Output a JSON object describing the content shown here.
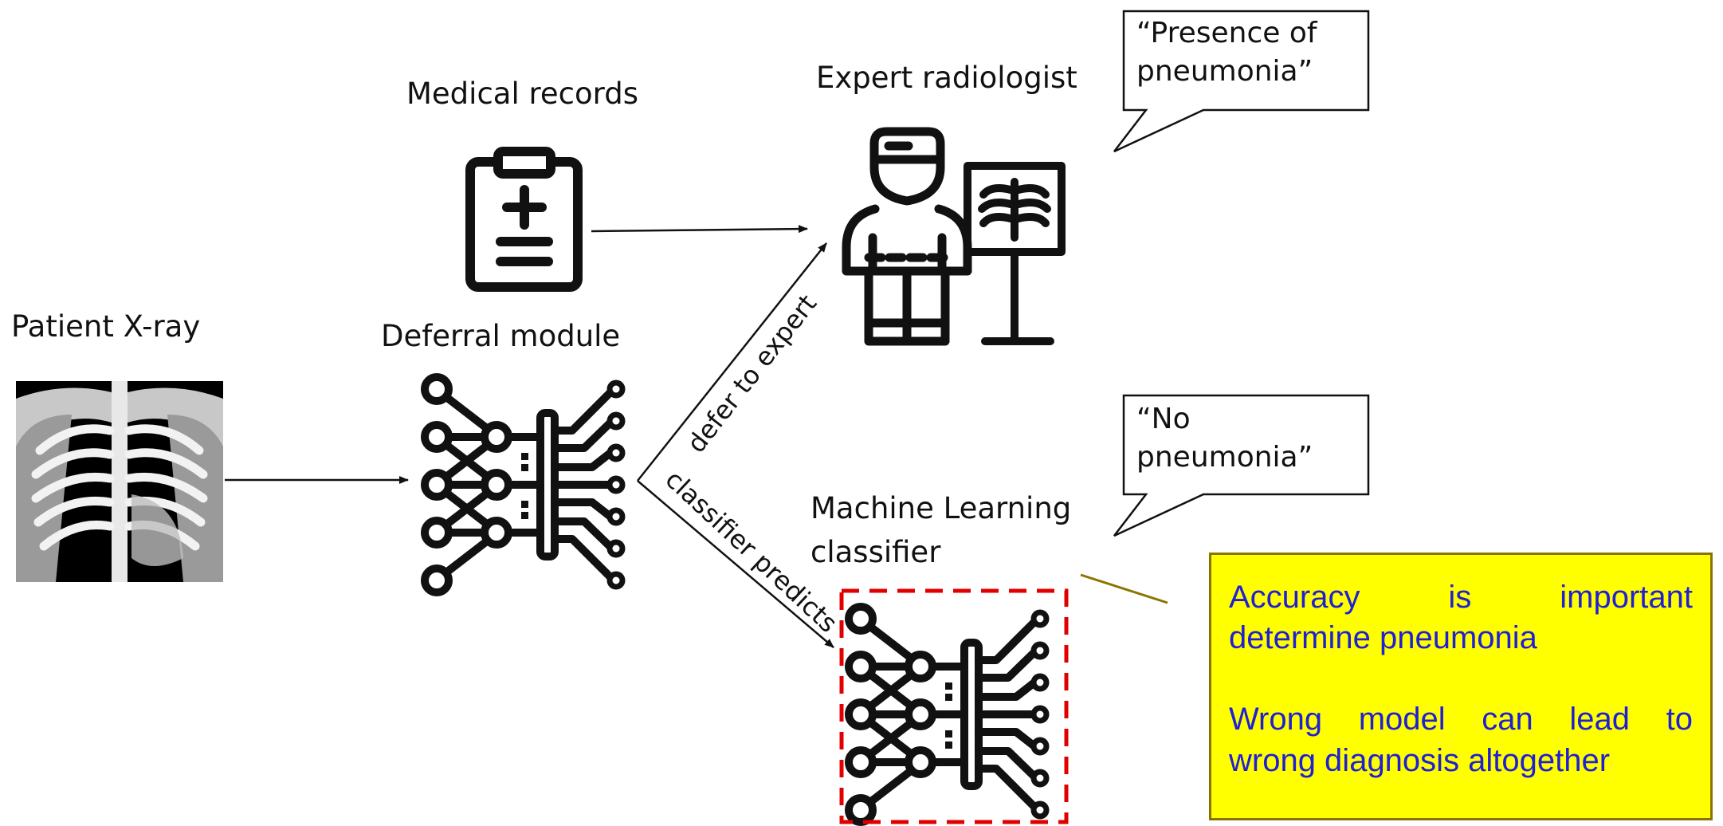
{
  "labels": {
    "patient_xray": "Patient X-ray",
    "deferral_module": "Deferral module",
    "medical_records": "Medical records",
    "expert_radiologist": "Expert radiologist",
    "ml_classifier_line1": "Machine Learning",
    "ml_classifier_line2": "classifier",
    "defer_to_expert": "defer to expert",
    "classifier_predicts": "classifier predicts"
  },
  "callouts": {
    "expert": "“Presence of\npneumonia”",
    "classifier": "“No\npneumonia”"
  },
  "note": {
    "line1": "Accuracy is important",
    "line2": "determine pneumonia",
    "line3": "Wrong model can lead to",
    "line4": "wrong diagnosis altogether"
  },
  "colors": {
    "note_background": "#ffff00",
    "note_text": "#1f1fd6",
    "highlight_border": "#e00000"
  },
  "icons": [
    "xray-icon",
    "clipboard-icon",
    "neural-network-icon",
    "radiologist-icon",
    "xray-viewer-icon"
  ]
}
